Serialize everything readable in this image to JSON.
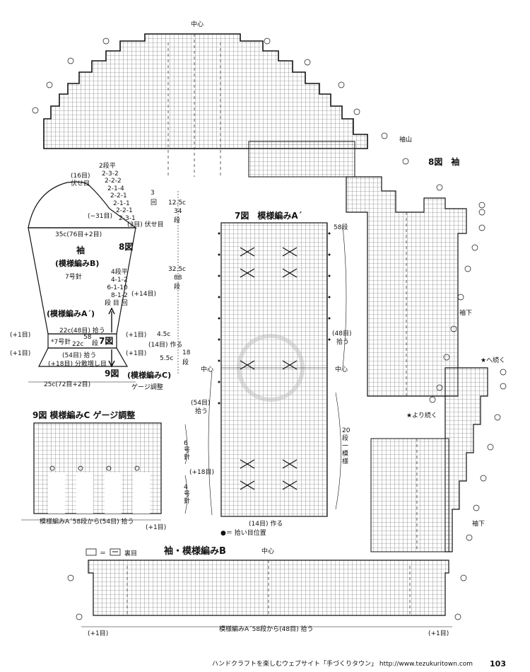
{
  "top_chart": {
    "center": "中心",
    "sleeve_cap": "袖山",
    "title": "8図　袖",
    "underarm": "袖下",
    "continue_to": "★へ続く",
    "continue_from": "★より続く",
    "underarm2": "袖下"
  },
  "schematic": {
    "title_sleeve": "袖",
    "pattern_b": "(模様編みB)",
    "fig8": "8図",
    "top_cast": "(16目)",
    "top_cast2": "伏せ目",
    "dec_lines": [
      "2段平",
      "2-3-2",
      "2-2-2",
      "2-1-4",
      "2-2-1",
      "2-1-1",
      "2-2-1",
      "2-3-1"
    ],
    "rep_3": "3",
    "rep_kai": "回",
    "dec_31": "(−31目)",
    "bind_3": "(3目) 伏せ目",
    "width_top": "35c(76目+2目)",
    "needle7": "7号針",
    "inc_lines": [
      "4段平",
      "4-1-2",
      "6-1-10",
      "8-1-2"
    ],
    "inc_header": "段 目 回",
    "inc_14": "(+14目)",
    "pattern_a": "(模様編みA´)",
    "fig7": "7図",
    "width_22": "22c(48目) 拾う",
    "needle7b": "*7号針",
    "dim22": "22c",
    "dim58": "58",
    "dim_dan": "段",
    "plus1_l": "(+1目)",
    "plus1_r": "(+1目)",
    "plus1_l2": "(+1目)",
    "plus1_r2": "(+1目)",
    "st54": "(54目) 拾う",
    "inc18": "(+18目) 分散増し目",
    "fig9": "9図",
    "pattern_c": "(模様編みC)",
    "gauge": "ゲージ調整",
    "width_bottom": "25c(72目+2目)",
    "h125": "12.5c",
    "h34": "34",
    "h34d": "段",
    "h325": "32.5c",
    "h88": "88",
    "h88d": "段",
    "h45": "4.5c",
    "h14": "(14目) 作る",
    "h55": "5.5c",
    "h18": "18",
    "h18d": "段"
  },
  "fig7": {
    "title": "7図　模様編みA´",
    "row58": "58段",
    "pick48": "(48目)",
    "pick48b": "拾う",
    "center_l": "中心",
    "center_r": "中心",
    "pick54": "(54目)",
    "pick54b": "拾う",
    "rows20": "20",
    "rows20b": "段",
    "rows20c": "一",
    "rows20d": "模",
    "rows20e": "様",
    "make14": "(14目) 作る",
    "legend": "●＝ 拾い目位置"
  },
  "fig9": {
    "title": "9図 模様編みC ゲージ調整",
    "needle6": "6",
    "needle6b": "号",
    "needle6c": "針",
    "needle4": "4",
    "needle4b": "号",
    "needle4c": "針",
    "inc18": "(+18目)",
    "bottom": "模様編みA´58段から(54目) 拾う",
    "plus1": "(+1目)"
  },
  "bottom_chart": {
    "legend_eq": "＝",
    "legend_rev": "裏目",
    "title": "袖・模様編みB",
    "center": "中心",
    "bottom": "模様編みA´58段から(48目) 拾う",
    "plus1_l": "(+1目)",
    "plus1_r": "(+1目)"
  },
  "footer": {
    "text": "ハンドクラフトを楽しむウェブサイト「手づくりタウン」 http://www.tezukuritown.com",
    "page": "103"
  }
}
